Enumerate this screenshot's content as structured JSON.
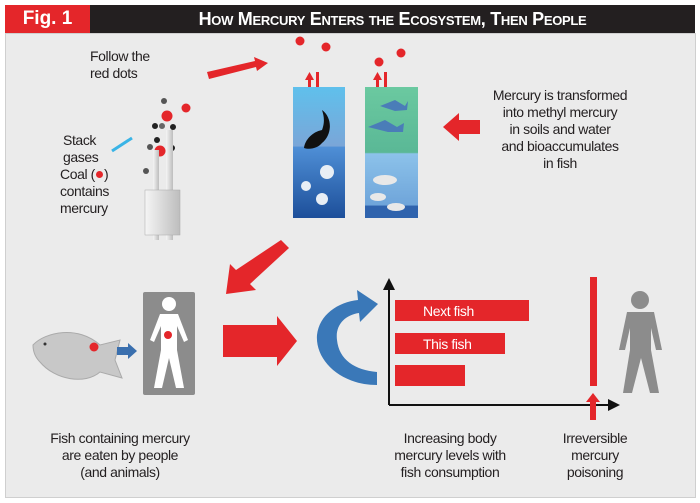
{
  "header": {
    "figure_label": "Fig. 1",
    "title": "How Mercury Enters the Ecosystem, Then People"
  },
  "labels": {
    "follow": [
      "Follow the",
      "red dots"
    ],
    "stack_gases": [
      "Stack",
      "gases"
    ],
    "coal": [
      "Coal (",
      ")",
      "contains",
      "mercury"
    ],
    "transformed": [
      "Mercury is transformed",
      "into methyl mercury",
      "in soils and water",
      "and bioaccumulates",
      "in fish"
    ],
    "eaten": [
      "Fish containing mercury",
      "are eaten by people",
      "(and animals)"
    ],
    "increasing": [
      "Increasing body",
      "mercury levels with",
      "fish consumption"
    ],
    "poisoning": [
      "Irreversible",
      "mercury",
      "poisoning"
    ]
  },
  "bars": {
    "next": "Next fish",
    "this": "This fish"
  },
  "colors": {
    "red": "#e4262a",
    "dark": "#231f20",
    "gray": "#8c8c8c",
    "blue": "#3a78b8",
    "panel": "#ebebeb"
  }
}
